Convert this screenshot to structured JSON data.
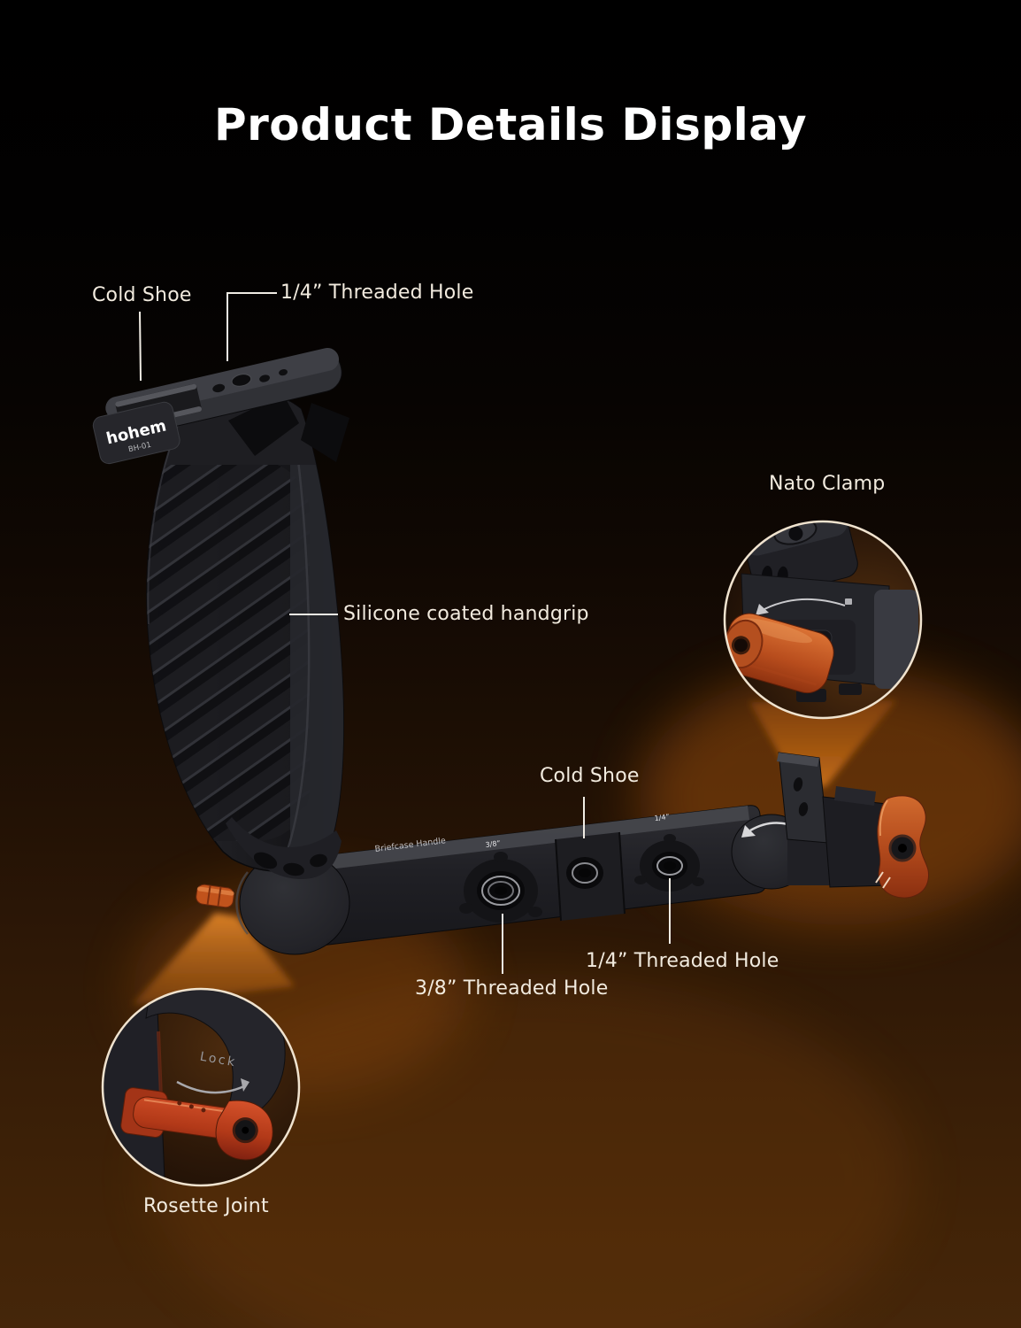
{
  "title": "Product Details Display",
  "callouts": {
    "cold_shoe_top": "Cold Shoe",
    "quarter_hole_top": "1/4” Threaded Hole",
    "handgrip": "Silicone coated handgrip",
    "nato_clamp": "Nato Clamp",
    "cold_shoe_mid": "Cold Shoe",
    "quarter_hole_bottom": "1/4” Threaded Hole",
    "three_eighth_hole_bottom": "3/8” Threaded Hole",
    "rosette_joint": "Rosette Joint"
  },
  "product": {
    "brand": "hohem",
    "model": "BH-01",
    "arm_engraving": "Briefcase Handle",
    "lock_engraving": "Lock",
    "three_eighth_mark": "3/8”",
    "quarter_mark": "1/4”"
  },
  "colors": {
    "background_top": "#000000",
    "background_bottom": "#45260a",
    "glow_orange": "#b95d10",
    "accent_orange": "#c25522",
    "title_text": "#ffffff",
    "label_text": "#f2ebdf",
    "magnifier_border": "#f0e3cf",
    "leader_line": "#f0ece4"
  }
}
